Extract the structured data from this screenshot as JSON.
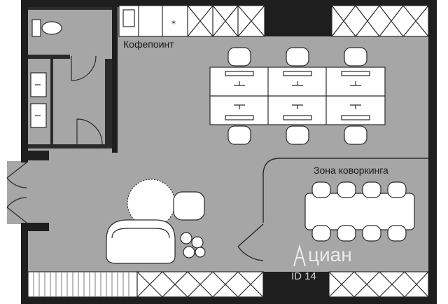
{
  "rooms": {
    "coffee_point": "Кофепоинт",
    "coworking_zone": "Зона коворкинга"
  },
  "watermark": {
    "brand": "циан",
    "id_text": "ID 14"
  },
  "colors": {
    "floor": "#a6a6a6",
    "wall": "#1e1e1e",
    "furniture": "#ffffff",
    "line": "#2a2a2a"
  }
}
